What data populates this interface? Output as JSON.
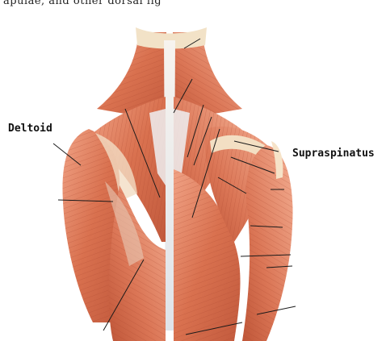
{
  "caption": "apulae, and other dorsal lig",
  "labels": {
    "deltoid": "Deltoid",
    "supraspinatus": "Supraspinatus"
  },
  "illustration": {
    "subject": "posterior view of shoulder and upper back musculature",
    "colors": {
      "muscle": "#d9714f",
      "muscle_dark": "#b84a32",
      "muscle_light": "#f2a98c",
      "tendon": "#eef1f4",
      "skin_highlight": "#f6e3c8",
      "leader_line": "#1a1a1a"
    }
  }
}
